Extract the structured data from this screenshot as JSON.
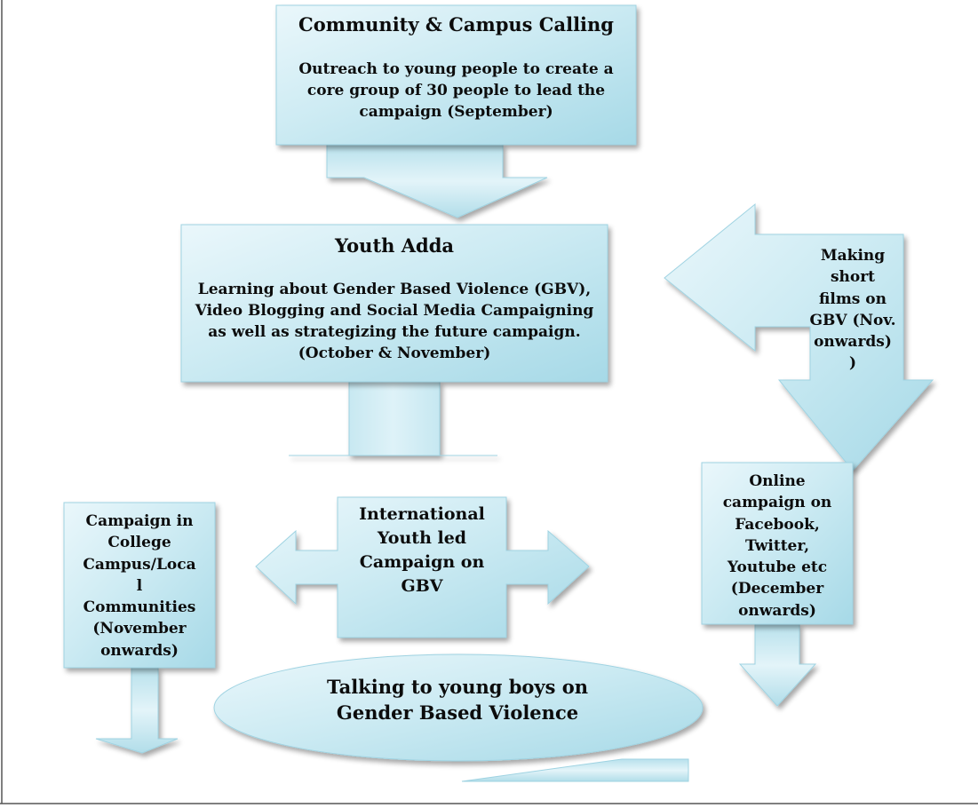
{
  "nodes": {
    "community": {
      "title": "Community & Campus Calling",
      "lines": [
        "Outreach to young people to create a",
        "core group of 30 people to lead the",
        "campaign (September)"
      ]
    },
    "youth_adda": {
      "title": "Youth Adda",
      "lines": [
        "Learning about Gender Based Violence (GBV),",
        "Video Blogging and Social Media Campaigning",
        "as well as strategizing the future campaign.",
        "(October & November)"
      ]
    },
    "short_films": {
      "lines": [
        "Making",
        "short",
        "films on",
        "GBV (Nov.",
        "onwards)",
        ")"
      ]
    },
    "online": {
      "lines": [
        "Online",
        "campaign on",
        "Facebook,",
        "Twitter,",
        "Youtube etc",
        "(December",
        "onwards)"
      ]
    },
    "international": {
      "lines": [
        "International",
        "Youth led",
        "Campaign on",
        "GBV"
      ]
    },
    "college": {
      "lines": [
        "Campaign in",
        "College",
        "Campus/Loca",
        "l",
        "Communities",
        "(November",
        "onwards)"
      ]
    },
    "talking": {
      "lines": [
        "Talking to young boys on",
        "Gender Based Violence"
      ]
    }
  },
  "colors": {
    "fill_light": "#e2f4f9",
    "fill_mid": "#bfe5ef",
    "fill_dark": "#9fd6e5",
    "edge": "#8ccbdc",
    "text": "#0c0c0c"
  }
}
